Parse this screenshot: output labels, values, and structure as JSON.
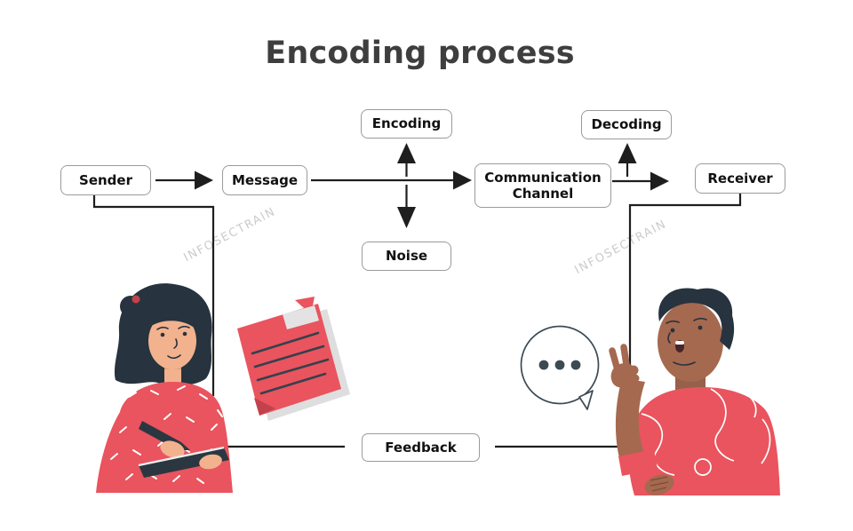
{
  "title": "Encoding process",
  "watermark": "INFOSECTRAIN",
  "flow": {
    "sender": "Sender",
    "message": "Message",
    "encoding": "Encoding",
    "noise": "Noise",
    "channel": "Communication Channel",
    "decoding": "Decoding",
    "receiver": "Receiver",
    "feedback": "Feedback"
  },
  "connections": [
    {
      "from": "Sender",
      "to": "Message",
      "type": "arrow"
    },
    {
      "from": "Message",
      "to": "Communication Channel",
      "type": "arrow"
    },
    {
      "from": "Message-Channel line",
      "to": "Encoding",
      "type": "arrow-up"
    },
    {
      "from": "Message-Channel line",
      "to": "Noise",
      "type": "arrow-down"
    },
    {
      "from": "Communication Channel",
      "to": "Receiver",
      "type": "arrow"
    },
    {
      "from": "Channel-Receiver line",
      "to": "Decoding",
      "type": "arrow-up"
    },
    {
      "from": "Sender",
      "to": "Feedback",
      "type": "plain-line"
    },
    {
      "from": "Receiver",
      "to": "Feedback",
      "type": "plain-line"
    }
  ],
  "illustrations": {
    "left": "woman-writing-feedback-on-clipboard",
    "right": "man-talking-with-raised-fingers",
    "note": "red-sticky-note-with-tape",
    "bubble": "speech-bubble-with-three-dots"
  },
  "colors": {
    "accent_red": "#E9545E",
    "accent_red_dark": "#C2424C",
    "ink_line": "#1E1E1E",
    "box_border": "#9B9B9B",
    "box_text": "#111111",
    "title_text": "#3E3E3E",
    "watermark_gray": "#CBCBCB",
    "hair_dark": "#27333E",
    "skin_woman": "#F2B28E",
    "skin_man": "#A5694F",
    "bubble_outline": "#3C4A54"
  }
}
